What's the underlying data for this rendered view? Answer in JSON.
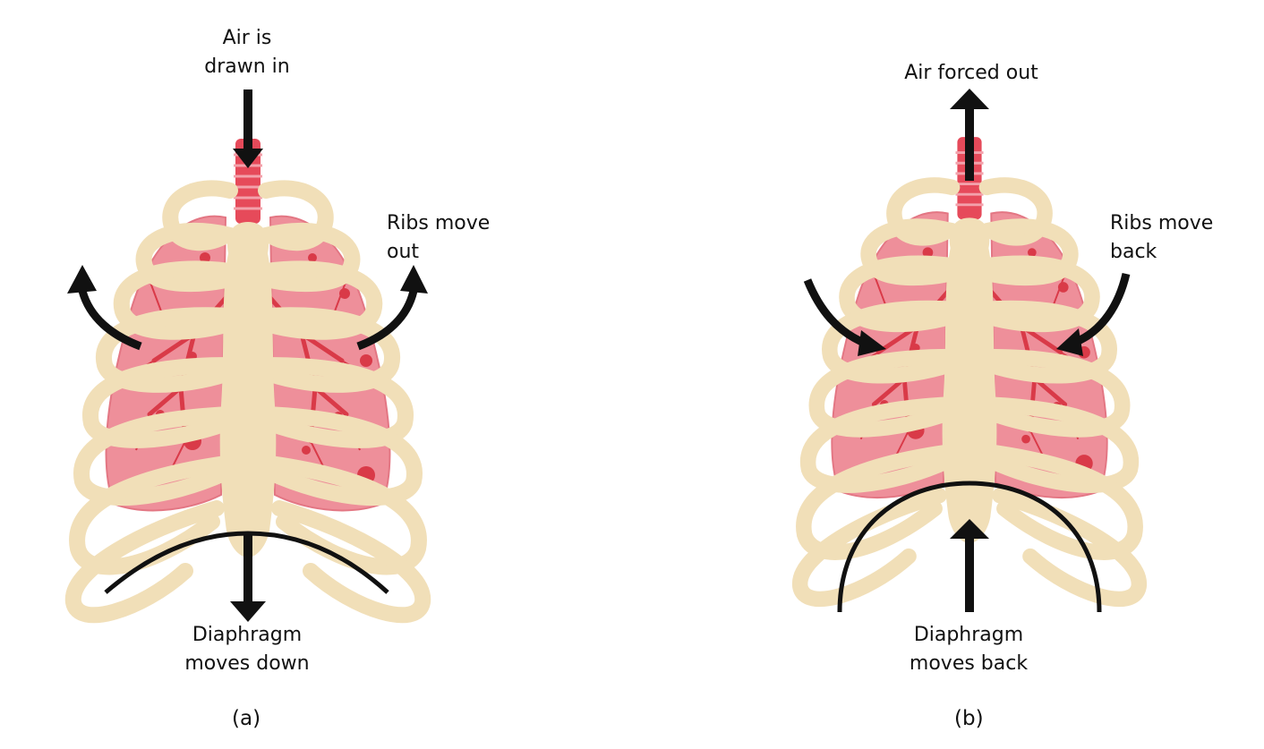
{
  "panels": [
    {
      "caption": "(a)",
      "air_label": [
        "Air is",
        "drawn in"
      ],
      "ribs_label": [
        "Ribs move",
        "out"
      ],
      "diaphragm_label": [
        "Diaphragm",
        "moves down"
      ]
    },
    {
      "caption": "(b)",
      "air_label": [
        "Air forced out"
      ],
      "ribs_label": [
        "Ribs move",
        "back"
      ],
      "diaphragm_label": [
        "Diaphragm",
        "moves back"
      ]
    }
  ],
  "colors": {
    "bone": "#f1dfb8",
    "lung": "#ee8f9a",
    "lung_shadow": "#e37683",
    "vessel": "#d93a48",
    "trachea": "#e64a5a",
    "arrow": "#111111"
  },
  "icons": [
    "arrow-down-icon",
    "arrow-up-icon",
    "curved-arrow-icon"
  ]
}
